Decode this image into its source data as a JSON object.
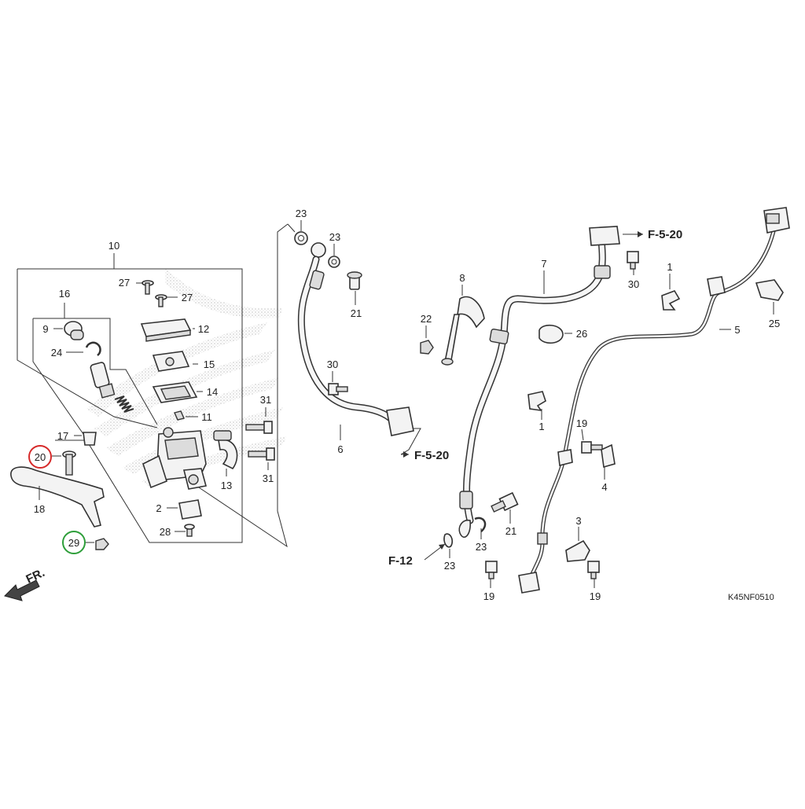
{
  "diagram": {
    "code": "K45NF0510",
    "direction": "FR.",
    "refs": [
      "F-5-20",
      "F-5-20",
      "F-12"
    ],
    "highlight_colors": {
      "red": "#d62a2a",
      "green": "#2e9e3a"
    },
    "labels": {
      "p1a": "1",
      "p1b": "1",
      "p2": "2",
      "p3": "3",
      "p4": "4",
      "p5": "5",
      "p6": "6",
      "p7": "7",
      "p8": "8",
      "p9": "9",
      "p10": "10",
      "p11": "11",
      "p12": "12",
      "p13": "13",
      "p14": "14",
      "p15": "15",
      "p16": "16",
      "p17": "17",
      "p18": "18",
      "p19a": "19",
      "p19b": "19",
      "p19c": "19",
      "p20": "20",
      "p21a": "21",
      "p21b": "21",
      "p22": "22",
      "p23a": "23",
      "p23b": "23",
      "p23c": "23",
      "p23d": "23",
      "p24": "24",
      "p25": "25",
      "p26": "26",
      "p27a": "27",
      "p27b": "27",
      "p28": "28",
      "p29": "29",
      "p30a": "30",
      "p30b": "30",
      "p31a": "31",
      "p31b": "31"
    }
  }
}
